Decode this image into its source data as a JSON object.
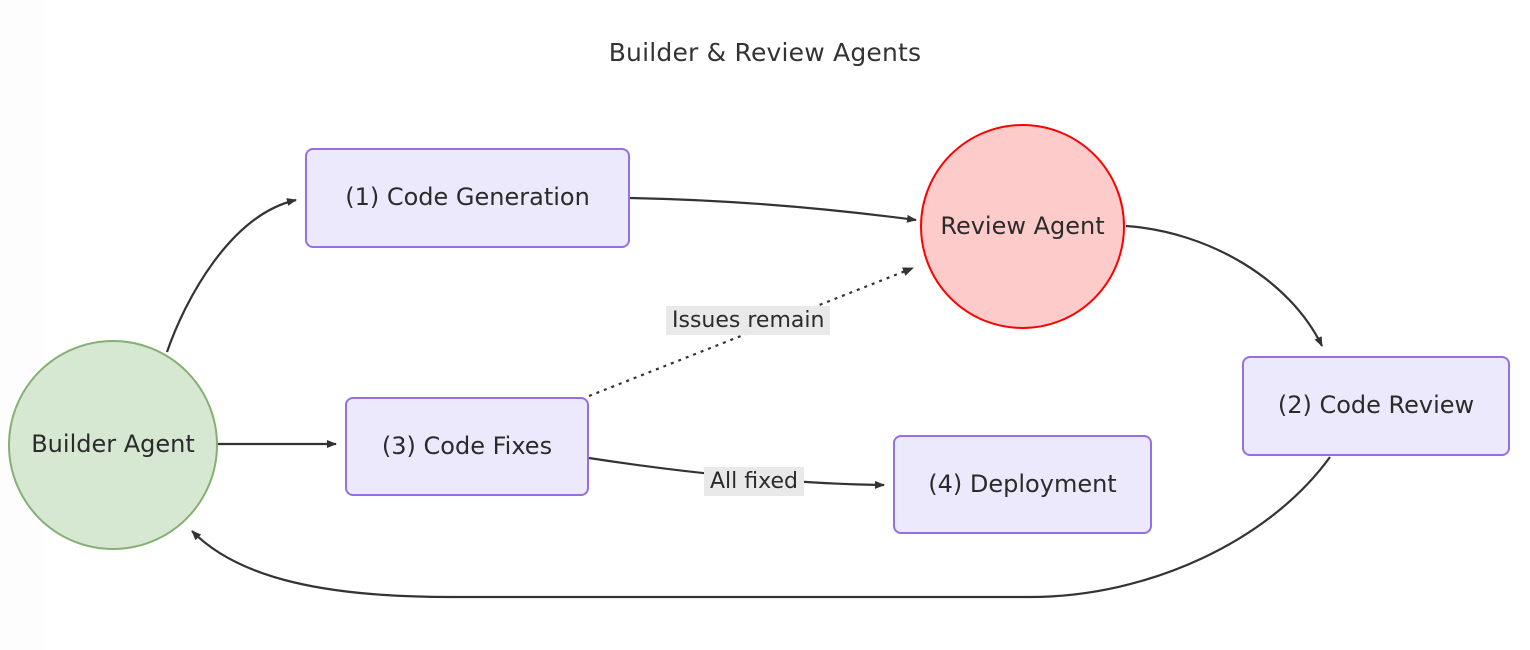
{
  "diagram": {
    "title": "Builder & Review Agents",
    "type": "flowchart",
    "colors": {
      "background": "#ffffff",
      "process_fill": "#ece9fd",
      "process_stroke": "#9670e0",
      "builder_fill": "#d6e8d2",
      "builder_stroke": "#85b074",
      "review_fill": "#fdcbca",
      "review_stroke": "#ff0000",
      "edge_stroke": "#333333",
      "label_background": "#e9e9e9",
      "text": "#2b2b2b"
    },
    "nodes": [
      {
        "id": "builder",
        "label": "Builder Agent",
        "shape": "circle"
      },
      {
        "id": "codegen",
        "label": "(1) Code Generation",
        "shape": "rect"
      },
      {
        "id": "reviewagent",
        "label": "Review Agent",
        "shape": "circle"
      },
      {
        "id": "codereview",
        "label": "(2) Code Review",
        "shape": "rect"
      },
      {
        "id": "codefixes",
        "label": "(3) Code Fixes",
        "shape": "rect"
      },
      {
        "id": "deployment",
        "label": "(4) Deployment",
        "shape": "rect"
      }
    ],
    "edges": [
      {
        "from": "builder",
        "to": "codegen",
        "label": "",
        "style": "solid"
      },
      {
        "from": "codegen",
        "to": "reviewagent",
        "label": "",
        "style": "solid"
      },
      {
        "from": "reviewagent",
        "to": "codereview",
        "label": "",
        "style": "solid"
      },
      {
        "from": "codereview",
        "to": "builder",
        "label": "",
        "style": "solid"
      },
      {
        "from": "builder",
        "to": "codefixes",
        "label": "",
        "style": "solid"
      },
      {
        "from": "codefixes",
        "to": "reviewagent",
        "label": "Issues remain",
        "style": "dotted"
      },
      {
        "from": "codefixes",
        "to": "deployment",
        "label": "All fixed",
        "style": "solid"
      }
    ],
    "edge_labels": {
      "issues_remain": "Issues remain",
      "all_fixed": "All fixed"
    }
  }
}
